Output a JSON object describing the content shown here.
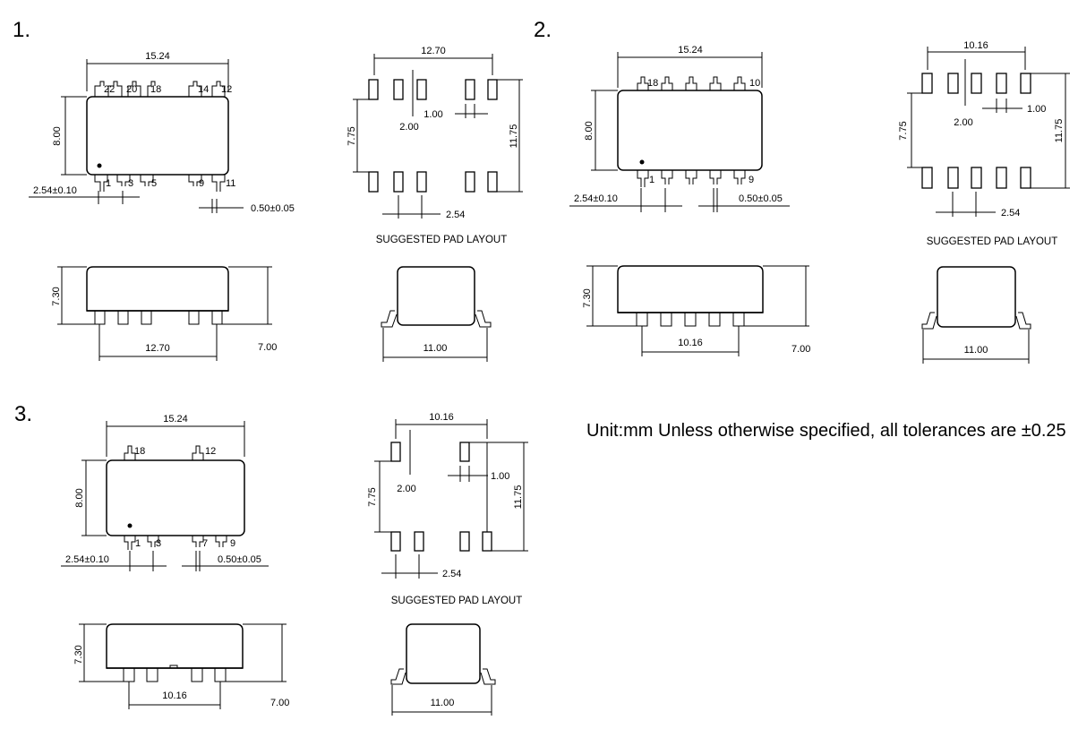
{
  "sections": [
    {
      "number": "1.",
      "top_view": {
        "width": "15.24",
        "height": "8.00",
        "pitch": "2.54±0.10",
        "pin_width": "0.50±0.05",
        "top_pins": [
          "22",
          "20",
          "18",
          "14",
          "12"
        ],
        "bottom_pins": [
          "1",
          "3",
          "5",
          "9",
          "11"
        ]
      },
      "pad_layout": {
        "caption": "SUGGESTED PAD LAYOUT",
        "span": "12.70",
        "inner": "7.75",
        "outer": "11.75",
        "pad_length": "2.00",
        "pad_width": "1.00",
        "pitch": "2.54"
      },
      "side_view": {
        "height": "7.30",
        "lead_span": "12.70",
        "seated": "7.00"
      },
      "end_view": {
        "width": "11.00"
      }
    },
    {
      "number": "2.",
      "top_view": {
        "width": "15.24",
        "height": "8.00",
        "pitch": "2.54±0.10",
        "pin_width": "0.50±0.05",
        "top_pins": [
          "18",
          "10"
        ],
        "bottom_pins": [
          "1",
          "9"
        ]
      },
      "pad_layout": {
        "caption": "SUGGESTED PAD LAYOUT",
        "span": "10.16",
        "inner": "7.75",
        "outer": "11.75",
        "pad_length": "2.00",
        "pad_width": "1.00",
        "pitch": "2.54"
      },
      "side_view": {
        "height": "7.30",
        "lead_span": "10.16",
        "seated": "7.00"
      },
      "end_view": {
        "width": "11.00"
      }
    },
    {
      "number": "3.",
      "top_view": {
        "width": "15.24",
        "height": "8.00",
        "pitch": "2.54±0.10",
        "pin_width": "0.50±0.05",
        "top_pins": [
          "18",
          "12"
        ],
        "bottom_pins": [
          "1",
          "3",
          "7",
          "9"
        ]
      },
      "pad_layout": {
        "caption": "SUGGESTED PAD LAYOUT",
        "span": "10.16",
        "inner": "7.75",
        "outer": "11.75",
        "pad_length": "2.00",
        "pad_width": "1.00",
        "pitch": "2.54"
      },
      "side_view": {
        "height": "7.30",
        "lead_span": "10.16",
        "seated": "7.00"
      },
      "end_view": {
        "width": "11.00"
      }
    }
  ],
  "note": "Unit:mm Unless otherwise specified, all tolerances are ±0.25"
}
